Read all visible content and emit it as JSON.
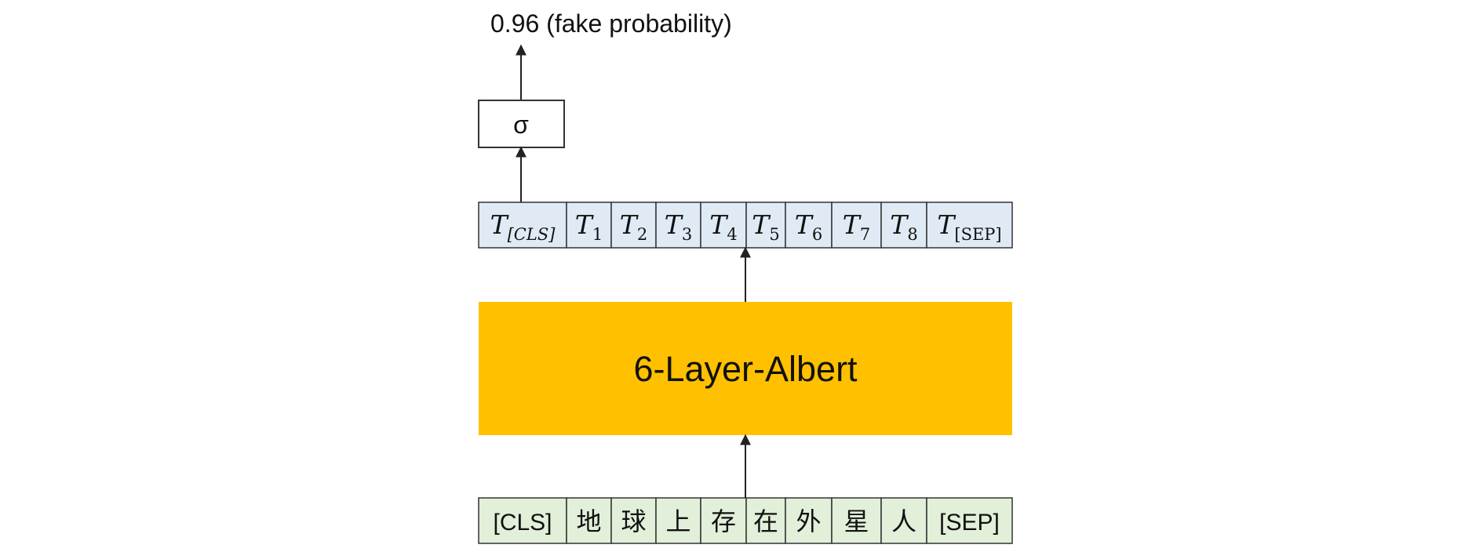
{
  "output": {
    "label": "0.96 (fake probability)"
  },
  "sigmoid": {
    "symbol": "σ"
  },
  "encoder": {
    "label": "6-Layer-Albert",
    "color": "#ffc000"
  },
  "output_tokens": {
    "color": "#dfeaf5",
    "cells": [
      {
        "base": "T",
        "sub": "[CLS]"
      },
      {
        "base": "T",
        "sub": "1"
      },
      {
        "base": "T",
        "sub": "2"
      },
      {
        "base": "T",
        "sub": "3"
      },
      {
        "base": "T",
        "sub": "4"
      },
      {
        "base": "T",
        "sub": "5"
      },
      {
        "base": "T",
        "sub": "6"
      },
      {
        "base": "T",
        "sub": "7"
      },
      {
        "base": "T",
        "sub": "8"
      },
      {
        "base": "T",
        "sub": "[SEP]"
      }
    ]
  },
  "input_tokens": {
    "color": "#e2efd9",
    "cells": [
      "[CLS]",
      "地",
      "球",
      "上",
      "存",
      "在",
      "外",
      "星",
      "人",
      "[SEP]"
    ]
  }
}
